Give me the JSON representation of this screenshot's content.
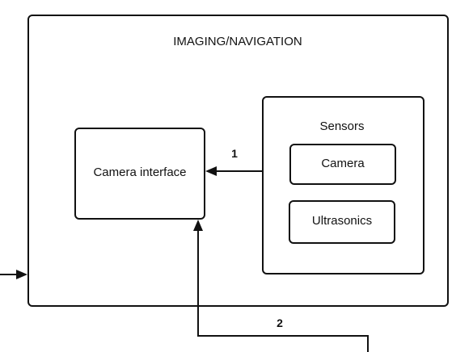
{
  "diagram": {
    "outer": {
      "title": "IMAGING/NAVIGATION"
    },
    "camera_interface": {
      "label": "Camera interface"
    },
    "sensors": {
      "title": "Sensors",
      "items": [
        {
          "label": "Camera"
        },
        {
          "label": "Ultrasonics"
        }
      ]
    },
    "edges": [
      {
        "label": "1",
        "from": "Sensors",
        "to": "Camera interface"
      },
      {
        "label": "2",
        "to": "Camera interface"
      }
    ]
  }
}
